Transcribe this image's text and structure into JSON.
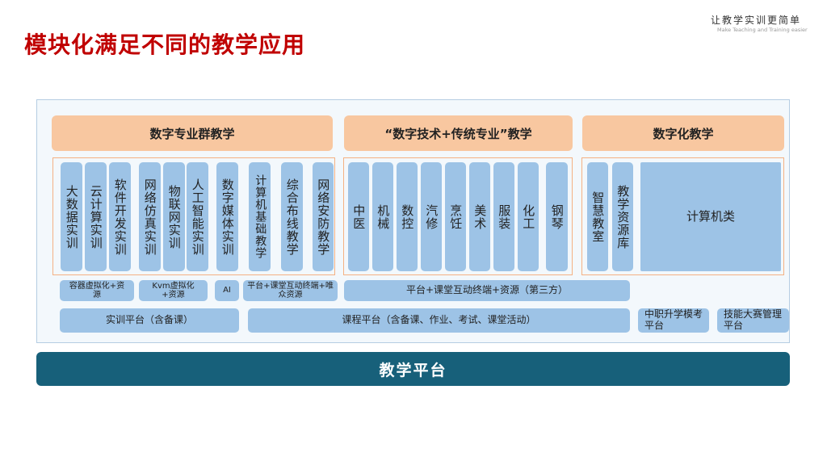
{
  "title": "模块化满足不同的教学应用",
  "slogan": {
    "cn": "让教学实训更简单",
    "en": "Make Teaching and Training easier"
  },
  "headers": [
    "数字专业群教学",
    "“数字技术+传统专业”教学",
    "数字化教学"
  ],
  "group1": [
    "大数据实训",
    "云计算实训",
    "软件开发实训",
    "网络仿真实训",
    "物联网实训",
    "人工智能实训",
    "数字媒体实训",
    "计算机基础教学",
    "综合布线教学",
    "网络安防教学"
  ],
  "group2": [
    "中医",
    "机械",
    "数控",
    "汽修",
    "烹饪",
    "美术",
    "服装",
    "化工",
    "钢琴"
  ],
  "group3": [
    "智慧教室",
    "教学资源库",
    "计算机类"
  ],
  "row3": [
    "容器虚拟化+资源",
    "Kvm虚拟化+资源",
    "AI",
    "平台+课堂互动终端+唯众资源",
    "平台+课堂互动终端+资源（第三方）"
  ],
  "row4": [
    "实训平台（含备课）",
    "课程平台（含备课、作业、考试、课堂活动）",
    "中职升学模考平台",
    "技能大赛管理平台"
  ],
  "platform": "教学平台"
}
